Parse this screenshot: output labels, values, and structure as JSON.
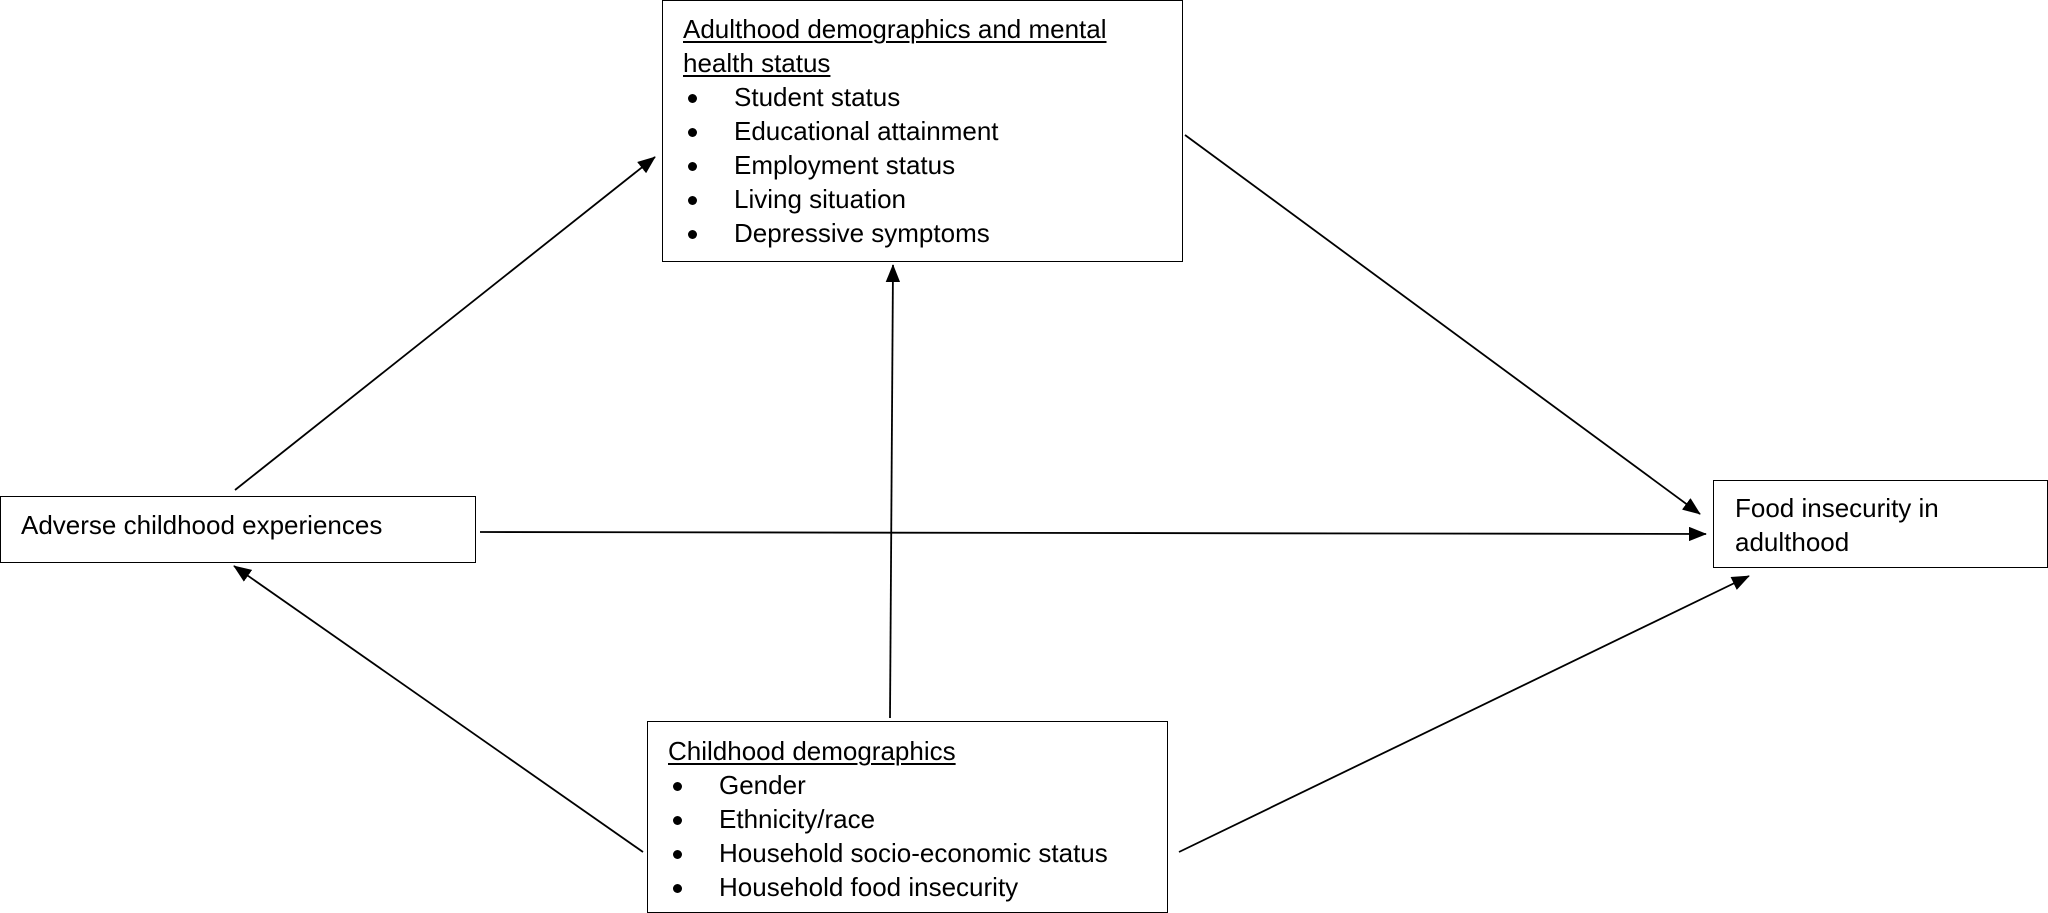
{
  "diagram": {
    "adulthood_box": {
      "title": "Adulthood demographics and mental health status",
      "items": [
        "Student status",
        "Educational attainment",
        "Employment status",
        "Living situation",
        "Depressive symptoms"
      ]
    },
    "ace_box": {
      "label": "Adverse childhood experiences"
    },
    "food_box": {
      "label": "Food insecurity in adulthood"
    },
    "childhood_box": {
      "title": "Childhood demographics",
      "items": [
        "Gender",
        "Ethnicity/race",
        "Household socio-economic status",
        "Household food insecurity"
      ]
    },
    "colors": {
      "line": "#000000",
      "background": "#ffffff"
    }
  }
}
